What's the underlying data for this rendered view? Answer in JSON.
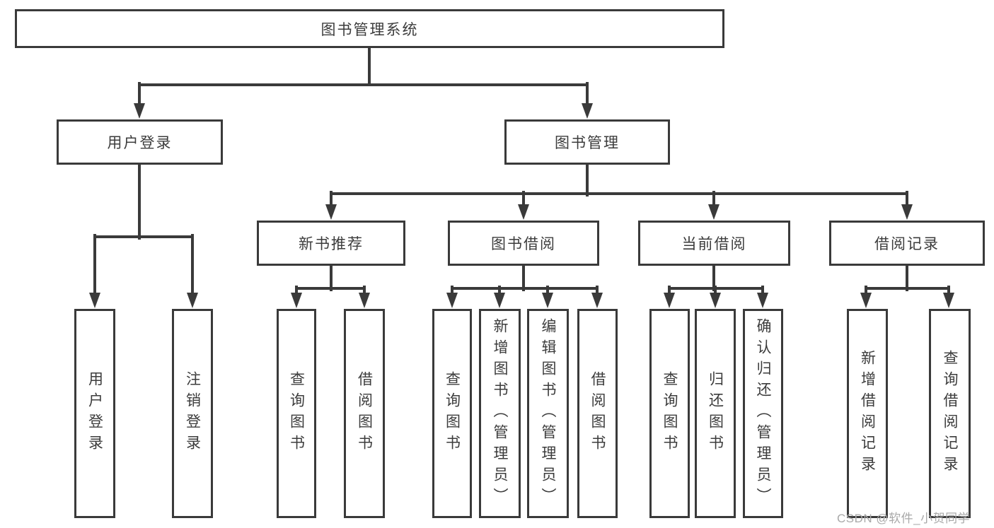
{
  "diagram": {
    "root": {
      "label": "图书管理系统"
    },
    "children": [
      {
        "label": "用户登录",
        "children": [
          {
            "label": "用户登录"
          },
          {
            "label": "注销登录"
          }
        ]
      },
      {
        "label": "图书管理",
        "children": [
          {
            "label": "新书推荐",
            "children": [
              {
                "label": "查询图书"
              },
              {
                "label": "借阅图书"
              }
            ]
          },
          {
            "label": "图书借阅",
            "children": [
              {
                "label": "查询图书"
              },
              {
                "label": "新增图书（管理员）"
              },
              {
                "label": "编辑图书（管理员）"
              },
              {
                "label": "借阅图书"
              }
            ]
          },
          {
            "label": "当前借阅",
            "children": [
              {
                "label": "查询图书"
              },
              {
                "label": "归还图书"
              },
              {
                "label": "确认归还（管理员）"
              }
            ]
          },
          {
            "label": "借阅记录",
            "children": [
              {
                "label": "新增借阅记录"
              },
              {
                "label": "查询借阅记录"
              }
            ]
          }
        ]
      }
    ]
  },
  "watermark": {
    "label": "CSDN @软件_小贺同学"
  },
  "colors": {
    "line": "#3a3a3a",
    "text": "#3c3c3c",
    "watermark": "#a9a9a9",
    "background": "#ffffff"
  }
}
